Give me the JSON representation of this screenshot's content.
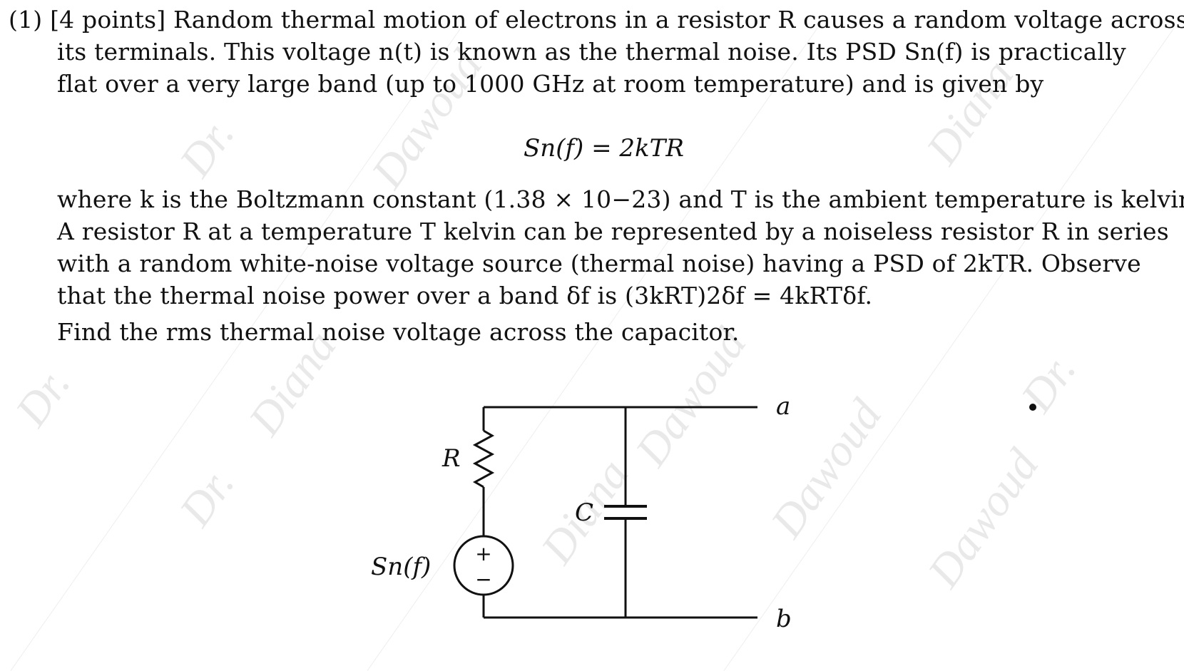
{
  "problem": {
    "number": "(1)",
    "points": "[4 points]",
    "line1": "Random thermal motion of electrons in a resistor R causes a random voltage across",
    "line2": "its terminals. This voltage n(t) is known as the thermal noise. Its PSD Sn(f) is practically",
    "line3": "flat over a very large band (up to 1000 GHz at room temperature) and is given by",
    "equation": "Sn(f) = 2kTR",
    "line4": "where k is the Boltzmann constant (1.38 × 10−23) and T is the ambient temperature is kelvins.",
    "line5": "A resistor R at a temperature T kelvin can be represented by a noiseless resistor R in series",
    "line6": "with a random white-noise voltage source (thermal noise) having a PSD of 2kTR. Observe",
    "line7": "that the thermal noise power over a band δf is (3kRT)2δf = 4kRTδf.",
    "question": "Find the rms thermal noise voltage across the capacitor."
  },
  "circuit": {
    "label_R": "R",
    "label_C": "C",
    "label_source": "Sn(f)",
    "source_plus": "+",
    "source_minus": "−",
    "terminal_a": "a",
    "terminal_b": "b"
  },
  "watermark": {
    "text_1": "Dr.",
    "text_2": "Diana",
    "text_3": "Dawoud"
  }
}
